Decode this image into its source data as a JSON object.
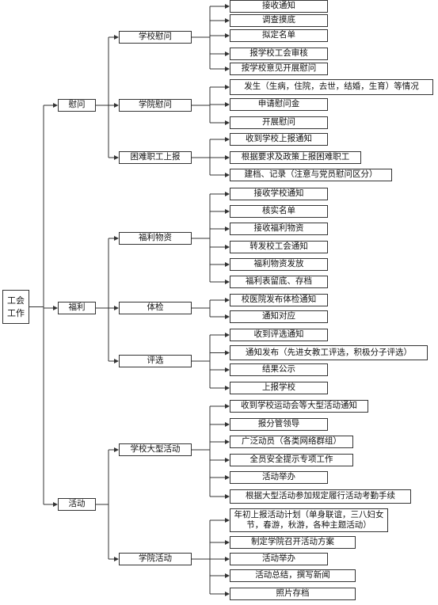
{
  "root": {
    "label": "工会\n工作"
  },
  "categories": [
    {
      "label": "慰问",
      "groups": [
        {
          "label": "学校慰问",
          "items": [
            "接收通知",
            "调查摸底",
            "拟定名单",
            "报学校工会审核",
            "按学校意见开展慰问"
          ]
        },
        {
          "label": "学院慰问",
          "items": [
            "发生（生病，住院，去世，结婚，生育）等情况",
            "申请慰问金",
            "开展慰问"
          ]
        },
        {
          "label": "困难职工上报",
          "items": [
            "收到学校上报通知",
            "根据要求及政策上报困难职工",
            "建档、记录（注意与党员慰问区分）"
          ]
        }
      ]
    },
    {
      "label": "福利",
      "groups": [
        {
          "label": "福利物资",
          "items": [
            "接收学校通知",
            "核实名单",
            "接收福利物资",
            "转发校工会通知",
            "福利物资发放",
            "福利表留底、存档"
          ]
        },
        {
          "label": "体检",
          "items": [
            "校医院发布体检通知",
            "通知对应"
          ]
        },
        {
          "label": "评选",
          "items": [
            "收到评选通知",
            "通知发布（先进女教工评选，积极分子评选）",
            "结果公示",
            "上报学校"
          ]
        }
      ]
    },
    {
      "label": "活动",
      "groups": [
        {
          "label": "学校大型活动",
          "items": [
            "收到学校运动会等大型活动通知",
            "报分管领导",
            "广泛动员（各类网络群组）",
            "全员安全提示专项工作",
            "活动举办",
            "根据大型活动参加规定履行活动考勤手续"
          ]
        },
        {
          "label": "学院活动",
          "items": [
            "年初上报活动计划（单身联谊，三八妇女节，春游，秋游，各种主题活动）",
            "制定学院召开活动方案",
            "活动举办",
            "活动总结，撰写新闻",
            "照片存档"
          ]
        }
      ]
    }
  ]
}
